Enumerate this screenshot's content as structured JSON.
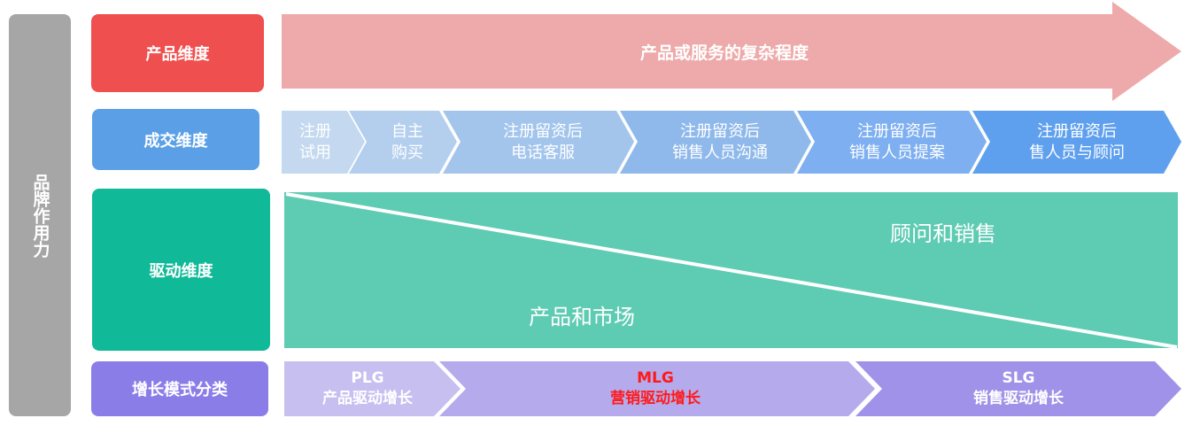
{
  "sidebar": {
    "label": "品牌作用力",
    "color": "#a6a6a6"
  },
  "rows": {
    "product": {
      "label": "产品维度",
      "color": "#f04f4f",
      "arrow_text": "产品或服务的复杂程度",
      "arrow_color": "#eeaaaa"
    },
    "deal": {
      "label": "成交维度",
      "color": "#5ba0e6",
      "steps": [
        {
          "line1": "注册",
          "line2": "试用"
        },
        {
          "line1": "自主",
          "line2": "购买"
        },
        {
          "line1": "注册留资后",
          "line2": "电话客服"
        },
        {
          "line1": "注册留资后",
          "line2": "销售人员沟通"
        },
        {
          "line1": "注册留资后",
          "line2": "销售人员提案"
        },
        {
          "line1": "注册留资后",
          "line2": "售人员与顾问"
        }
      ]
    },
    "drive": {
      "label": "驱动维度",
      "color": "#10b997",
      "panel_color": "#5ecbb3",
      "upper_text": "顾问和销售",
      "lower_text": "产品和市场"
    },
    "growth": {
      "label": "增长模式分类",
      "color": "#8b7de8",
      "items": [
        {
          "line1": "PLG",
          "line2": "产品驱动增长",
          "color": "#ffffff"
        },
        {
          "line1": "MLG",
          "line2": "营销驱动增长",
          "color": "#ff1a1a"
        },
        {
          "line1": "SLG",
          "line2": "销售驱动增长",
          "color": "#ffffff"
        }
      ]
    }
  }
}
